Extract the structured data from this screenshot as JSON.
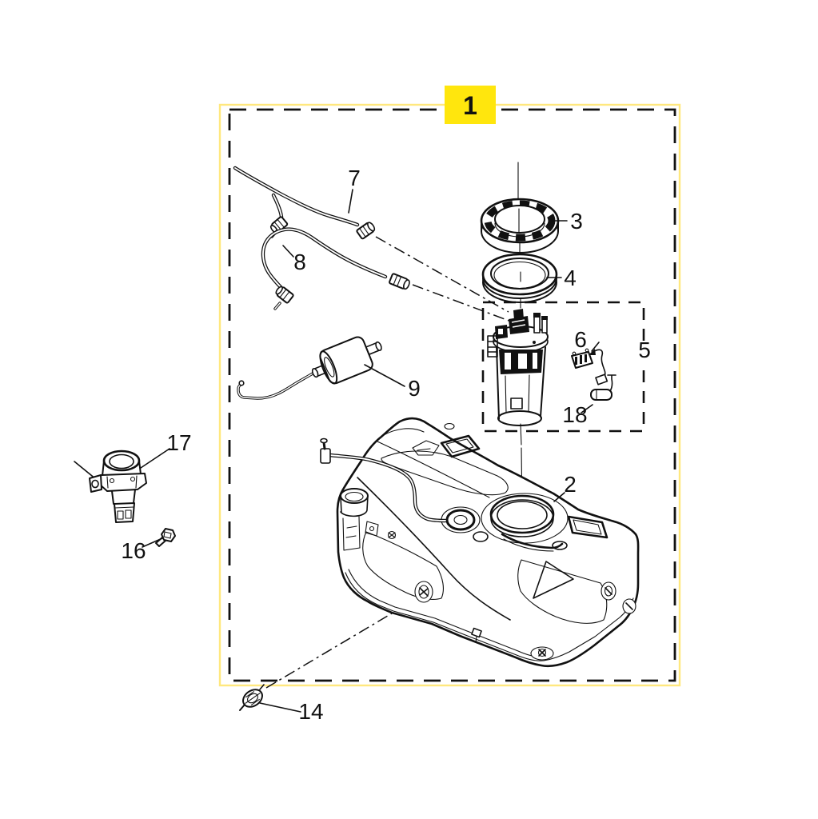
{
  "figure": {
    "background": "#ffffff",
    "line_color": "#111111",
    "highlight_fill": "#ffe60d",
    "highlight_border": "#ffe87e",
    "assembly": {
      "num": "1",
      "name": "fuel-tank-assembly-group"
    },
    "callouts": [
      {
        "num": "2",
        "name": "fuel-tank"
      },
      {
        "num": "3",
        "name": "lock-ring"
      },
      {
        "num": "4",
        "name": "seal-ring"
      },
      {
        "num": "5",
        "name": "fuel-pump-module"
      },
      {
        "num": "6",
        "name": "level-sensor"
      },
      {
        "num": "7",
        "name": "fuel-line-upper"
      },
      {
        "num": "8",
        "name": "fuel-line-lower"
      },
      {
        "num": "9",
        "name": "fuel-filter"
      },
      {
        "num": "14",
        "name": "drain-plug"
      },
      {
        "num": "16",
        "name": "mounting-bolt"
      },
      {
        "num": "17",
        "name": "vent-valve"
      },
      {
        "num": "18",
        "name": "connector-fitting"
      }
    ]
  }
}
